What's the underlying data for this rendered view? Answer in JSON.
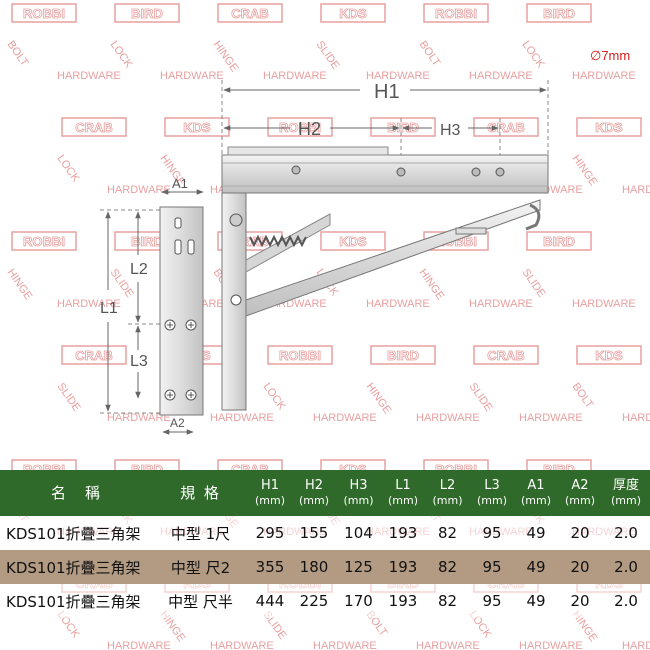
{
  "watermark": {
    "words": [
      "ROBBI",
      "BIRD",
      "CRAB",
      "KDS",
      "HARDWARE",
      "BOLT",
      "LOCK",
      "HINGE",
      "SLIDE"
    ]
  },
  "diagram": {
    "hole_note": "∅7mm",
    "labels": {
      "H1": "H1",
      "H2": "H2",
      "H3": "H3",
      "L1": "L1",
      "L2": "L2",
      "L3": "L3",
      "A1": "A1",
      "A2": "A2"
    }
  },
  "table": {
    "headers": {
      "name": "名　稱",
      "spec": "規 格",
      "thickness": "厚度",
      "unit": "(mm)",
      "cols": [
        "H1",
        "H2",
        "H3",
        "L1",
        "L2",
        "L3",
        "A1",
        "A2"
      ]
    },
    "rows": [
      {
        "name": "KDS101折疊三角架",
        "spec": "中型 1尺",
        "values": [
          "295",
          "155",
          "104",
          "193",
          "82",
          "95",
          "49",
          "20",
          "2.0"
        ]
      },
      {
        "name": "KDS101折疊三角架",
        "spec": "中型 尺2",
        "values": [
          "355",
          "180",
          "125",
          "193",
          "82",
          "95",
          "49",
          "20",
          "2.0"
        ]
      },
      {
        "name": "KDS101折疊三角架",
        "spec": "中型 尺半",
        "values": [
          "444",
          "225",
          "170",
          "193",
          "82",
          "95",
          "49",
          "20",
          "2.0"
        ]
      }
    ]
  },
  "colors": {
    "header_green": "#2f6a2a",
    "highlight_row": "#b39b83",
    "watermark_red": "#e8a0a0",
    "hole_note_red": "#d42020"
  }
}
